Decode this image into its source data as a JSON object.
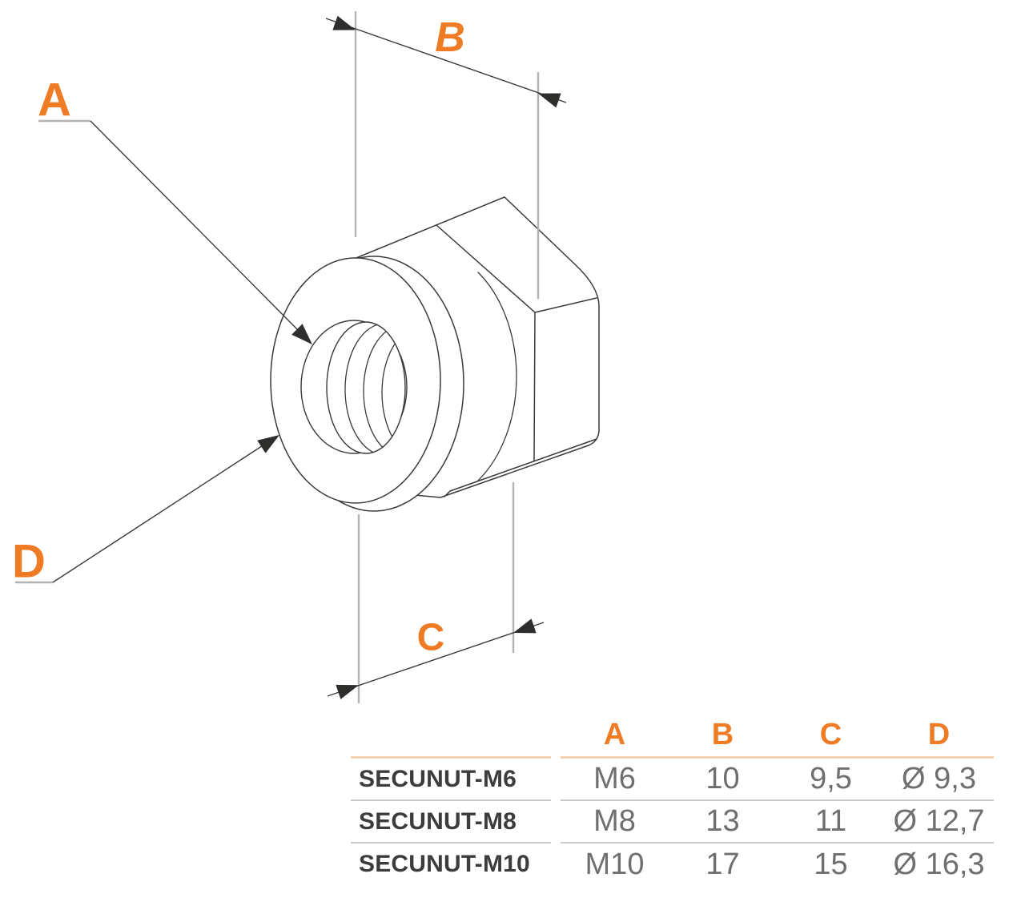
{
  "drawing": {
    "callouts": {
      "a": "A",
      "b": "B",
      "c": "C",
      "d": "D"
    }
  },
  "table": {
    "headers": {
      "a": "A",
      "b": "B",
      "c": "C",
      "d": "D"
    },
    "rows": [
      {
        "name": "SECUNUT-M6",
        "a": "M6",
        "b": "10",
        "c": "9,5",
        "d": "Ø 9,3"
      },
      {
        "name": "SECUNUT-M8",
        "a": "M8",
        "b": "13",
        "c": "11",
        "d": "Ø 12,7"
      },
      {
        "name": "SECUNUT-M10",
        "a": "M10",
        "b": "17",
        "c": "15",
        "d": "Ø 16,3"
      }
    ]
  },
  "colors": {
    "accent_orange": "#ef7b25",
    "label_dark": "#3c3c3b",
    "value_gray": "#6f6f6e",
    "line_dark": "#3a3a39",
    "extension_gray": "#b3b3b3",
    "header_rule_tan": "#f2d3b2",
    "row_rule_gray": "#c9c9c9"
  }
}
